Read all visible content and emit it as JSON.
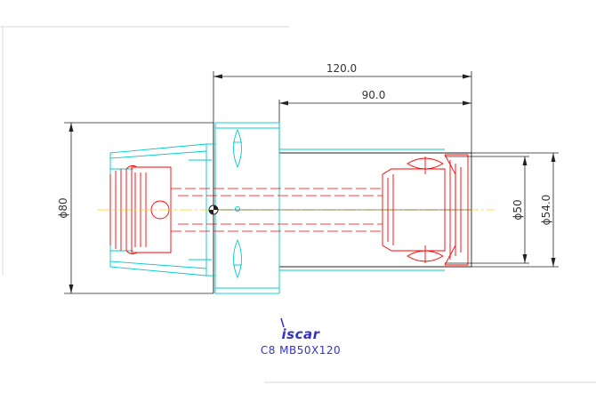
{
  "drawing": {
    "dimensions": {
      "overall_length": "120.0",
      "body_length": "90.0",
      "flange_diameter": "ϕ80",
      "bore_diameter": "ϕ50",
      "body_diameter": "ϕ54.0"
    },
    "logo_text": "iscar",
    "part_code": "C8 MB50X120"
  },
  "colors": {
    "outline": "#00cccc",
    "hidden": "#ff0000",
    "center": "#ffcc00",
    "dimension": "#222222",
    "logo": "#3333cc"
  }
}
